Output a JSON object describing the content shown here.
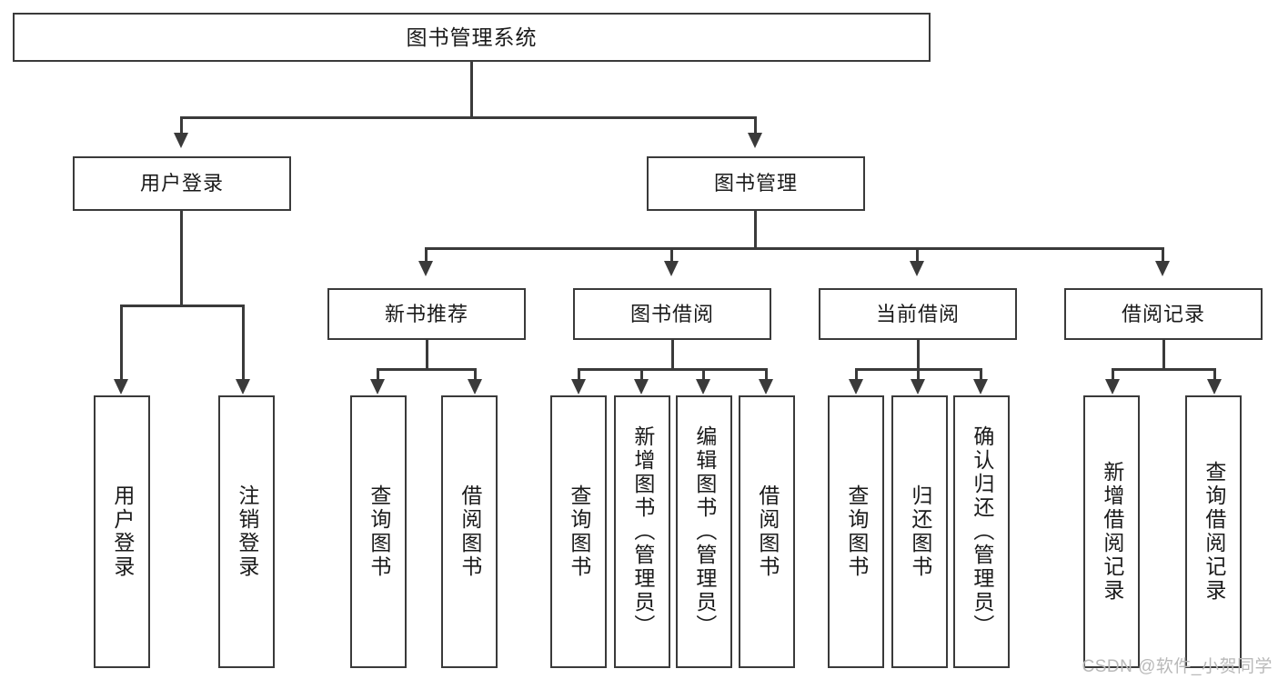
{
  "diagram": {
    "title": "图书管理系统",
    "type": "tree-hierarchy-chart",
    "colors": {
      "stroke": "#3a3a3a",
      "fill": "#ffffff",
      "text": "#1a1a1a",
      "watermark": "#b9b9b9",
      "background": "#ffffff"
    },
    "root": {
      "label": "图书管理系统"
    },
    "level2": [
      {
        "label": "用户登录"
      },
      {
        "label": "图书管理"
      }
    ],
    "level3": [
      {
        "label": "新书推荐"
      },
      {
        "label": "图书借阅"
      },
      {
        "label": "当前借阅"
      },
      {
        "label": "借阅记录"
      }
    ],
    "leaves": {
      "user_login": [
        {
          "label": "用户登录"
        },
        {
          "label": "注销登录"
        }
      ],
      "new_book_recommend": [
        {
          "label": "查询图书"
        },
        {
          "label": "借阅图书"
        }
      ],
      "book_borrow": [
        {
          "label": "查询图书"
        },
        {
          "label": "新增图书（管理员）"
        },
        {
          "label": "编辑图书（管理员）"
        },
        {
          "label": "借阅图书"
        }
      ],
      "current_borrow": [
        {
          "label": "查询图书"
        },
        {
          "label": "归还图书"
        },
        {
          "label": "确认归还（管理员）"
        }
      ],
      "borrow_record": [
        {
          "label": "新增借阅记录"
        },
        {
          "label": "查询借阅记录"
        }
      ]
    }
  },
  "watermark": {
    "text": "CSDN @软件_小贺同学"
  }
}
